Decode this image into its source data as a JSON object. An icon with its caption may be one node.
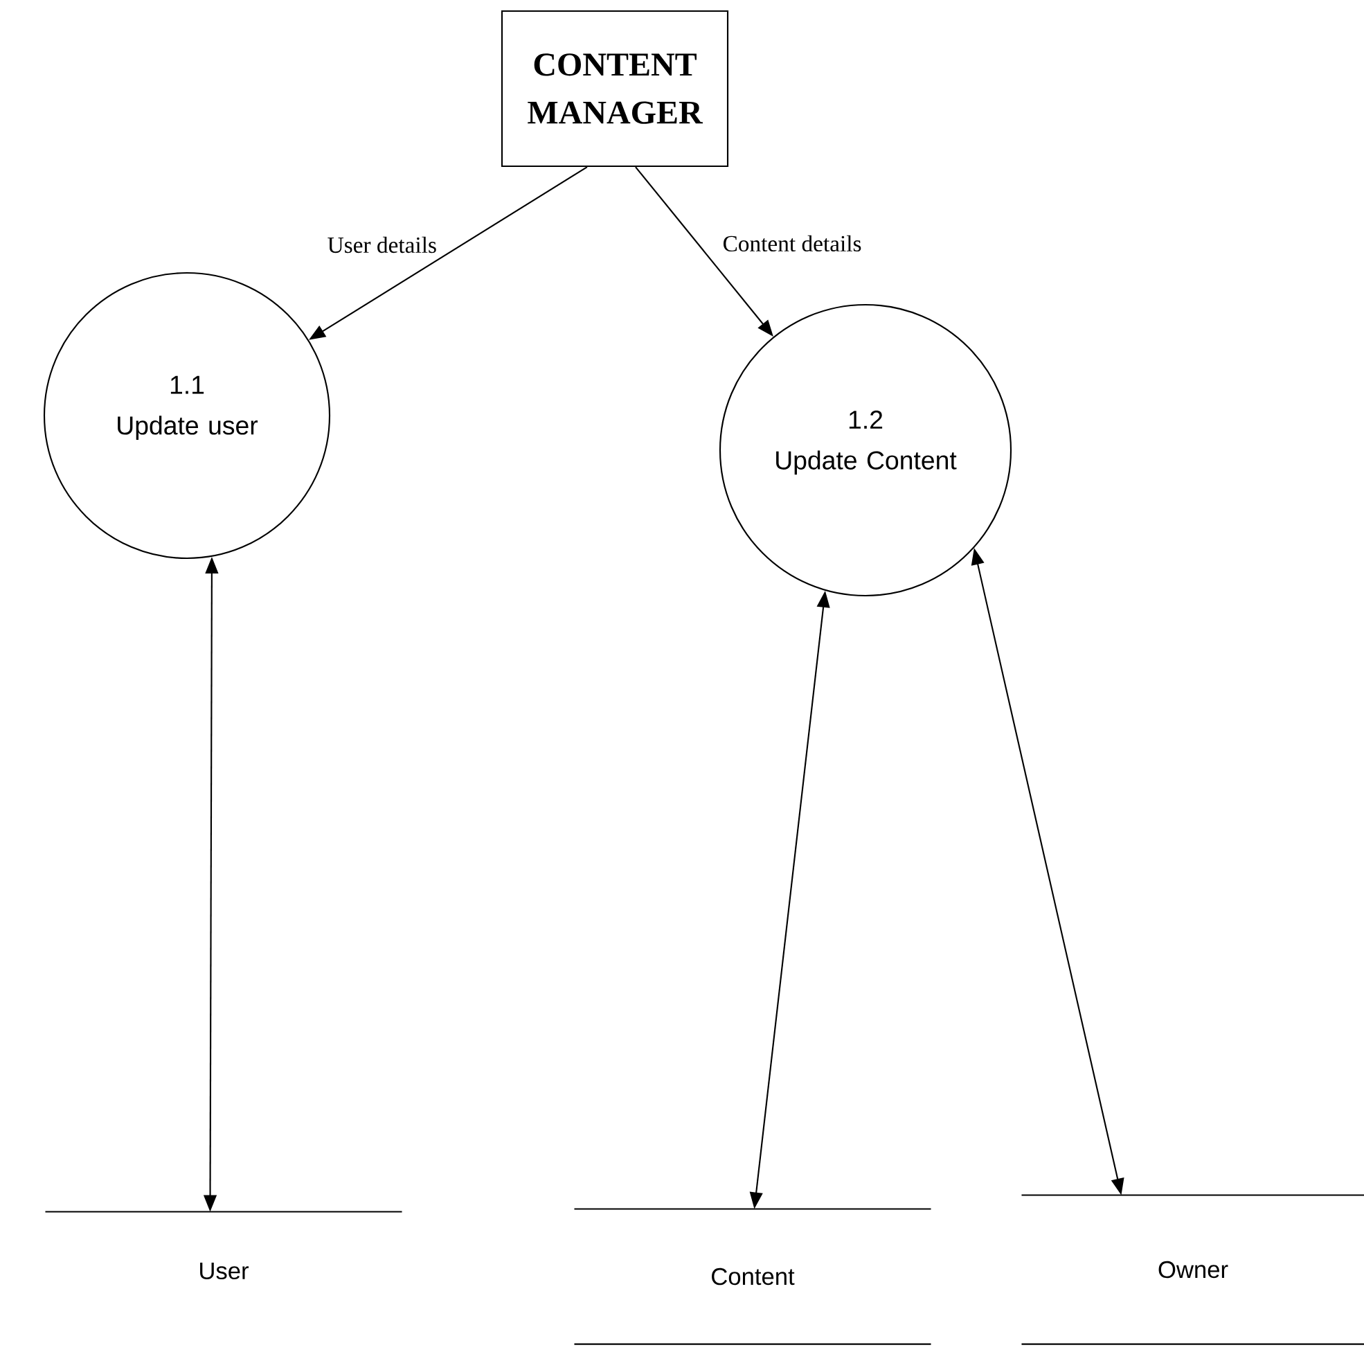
{
  "diagram": {
    "nodes": [
      {
        "text": [
          "CONTENT MANAGER"
        ]
      },
      {
        "text": [
          "1.1",
          "Update user"
        ]
      },
      {
        "text": [
          "1.2",
          "Update Content"
        ]
      },
      {
        "text": [
          "User"
        ]
      },
      {
        "text": [
          "Content"
        ]
      },
      {
        "text": [
          "Owner"
        ]
      }
    ],
    "edges": [
      {
        "from": 0,
        "to": 1,
        "arrow": "to",
        "label": "User details"
      },
      {
        "from": 0,
        "to": 2,
        "arrow": "to",
        "label": "Content details"
      },
      {
        "from": 1,
        "to": 3,
        "arrow": "both"
      },
      {
        "from": 2,
        "to": 4,
        "arrow": "both"
      },
      {
        "from": 2,
        "to": 5,
        "arrow": "both"
      }
    ]
  }
}
